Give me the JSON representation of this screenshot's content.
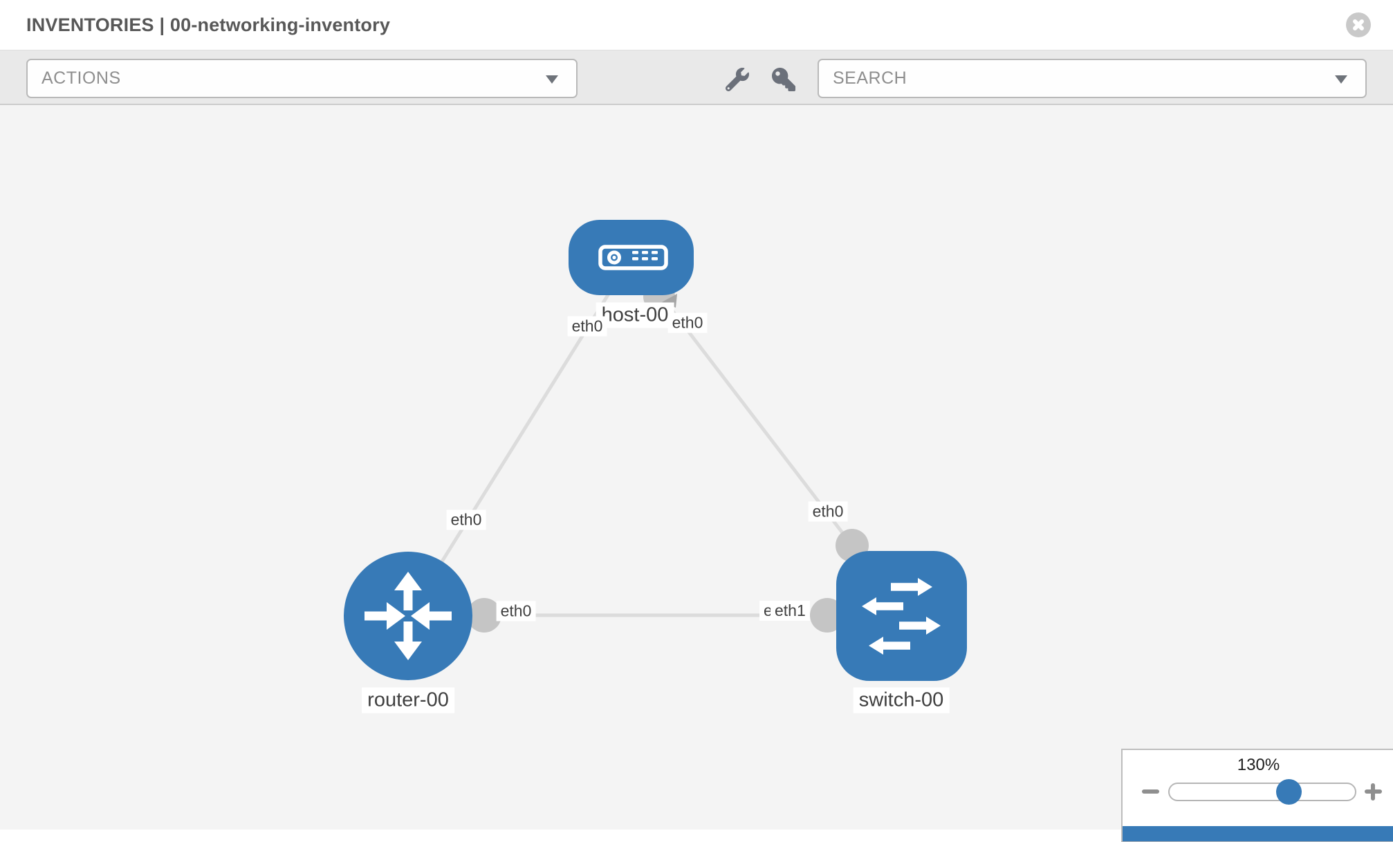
{
  "header": {
    "title": "INVENTORIES | 00-networking-inventory"
  },
  "toolbar": {
    "actions_label": "ACTIONS",
    "search_label": "SEARCH"
  },
  "icons": {
    "close": "x-circle-icon",
    "wrench": "wrench-icon",
    "key": "key-icon",
    "caret": "chevron-down-icon",
    "zoom_out": "minus-icon",
    "zoom_in": "plus-icon"
  },
  "colors": {
    "node_blue": "#377ab7",
    "port_gray": "#c5c5c5",
    "edge_gray": "#dcdcdc",
    "canvas_bg": "#f4f4f4",
    "toolbar_bg": "#e9e9e9"
  },
  "diagram": {
    "type": "network-topology",
    "nodes": [
      {
        "id": "host-00",
        "type": "host",
        "label": "host-00"
      },
      {
        "id": "router-00",
        "type": "router",
        "label": "router-00"
      },
      {
        "id": "switch-00",
        "type": "switch",
        "label": "switch-00"
      }
    ],
    "links": [
      {
        "from": "host-00",
        "from_if": "eth0",
        "to": "router-00",
        "to_if": "eth0"
      },
      {
        "from": "host-00",
        "from_if": "eth0",
        "to": "switch-00",
        "to_if": "eth0"
      },
      {
        "from": "router-00",
        "from_if": "eth0",
        "to": "switch-00",
        "to_if": "eth1"
      }
    ],
    "labels": {
      "host": "host-00",
      "router": "router-00",
      "switch": "switch-00",
      "host_if_left": "eth0",
      "host_if_right": "eth0",
      "edge_host_router_at_router": "eth0",
      "edge_router_switch_at_router": "eth0",
      "edge_router_switch_at_switch_under": "eth0",
      "edge_router_switch_at_switch_over": "eth1",
      "edge_host_switch_at_switch": "eth0"
    }
  },
  "zoom_panel": {
    "level": "130%"
  }
}
